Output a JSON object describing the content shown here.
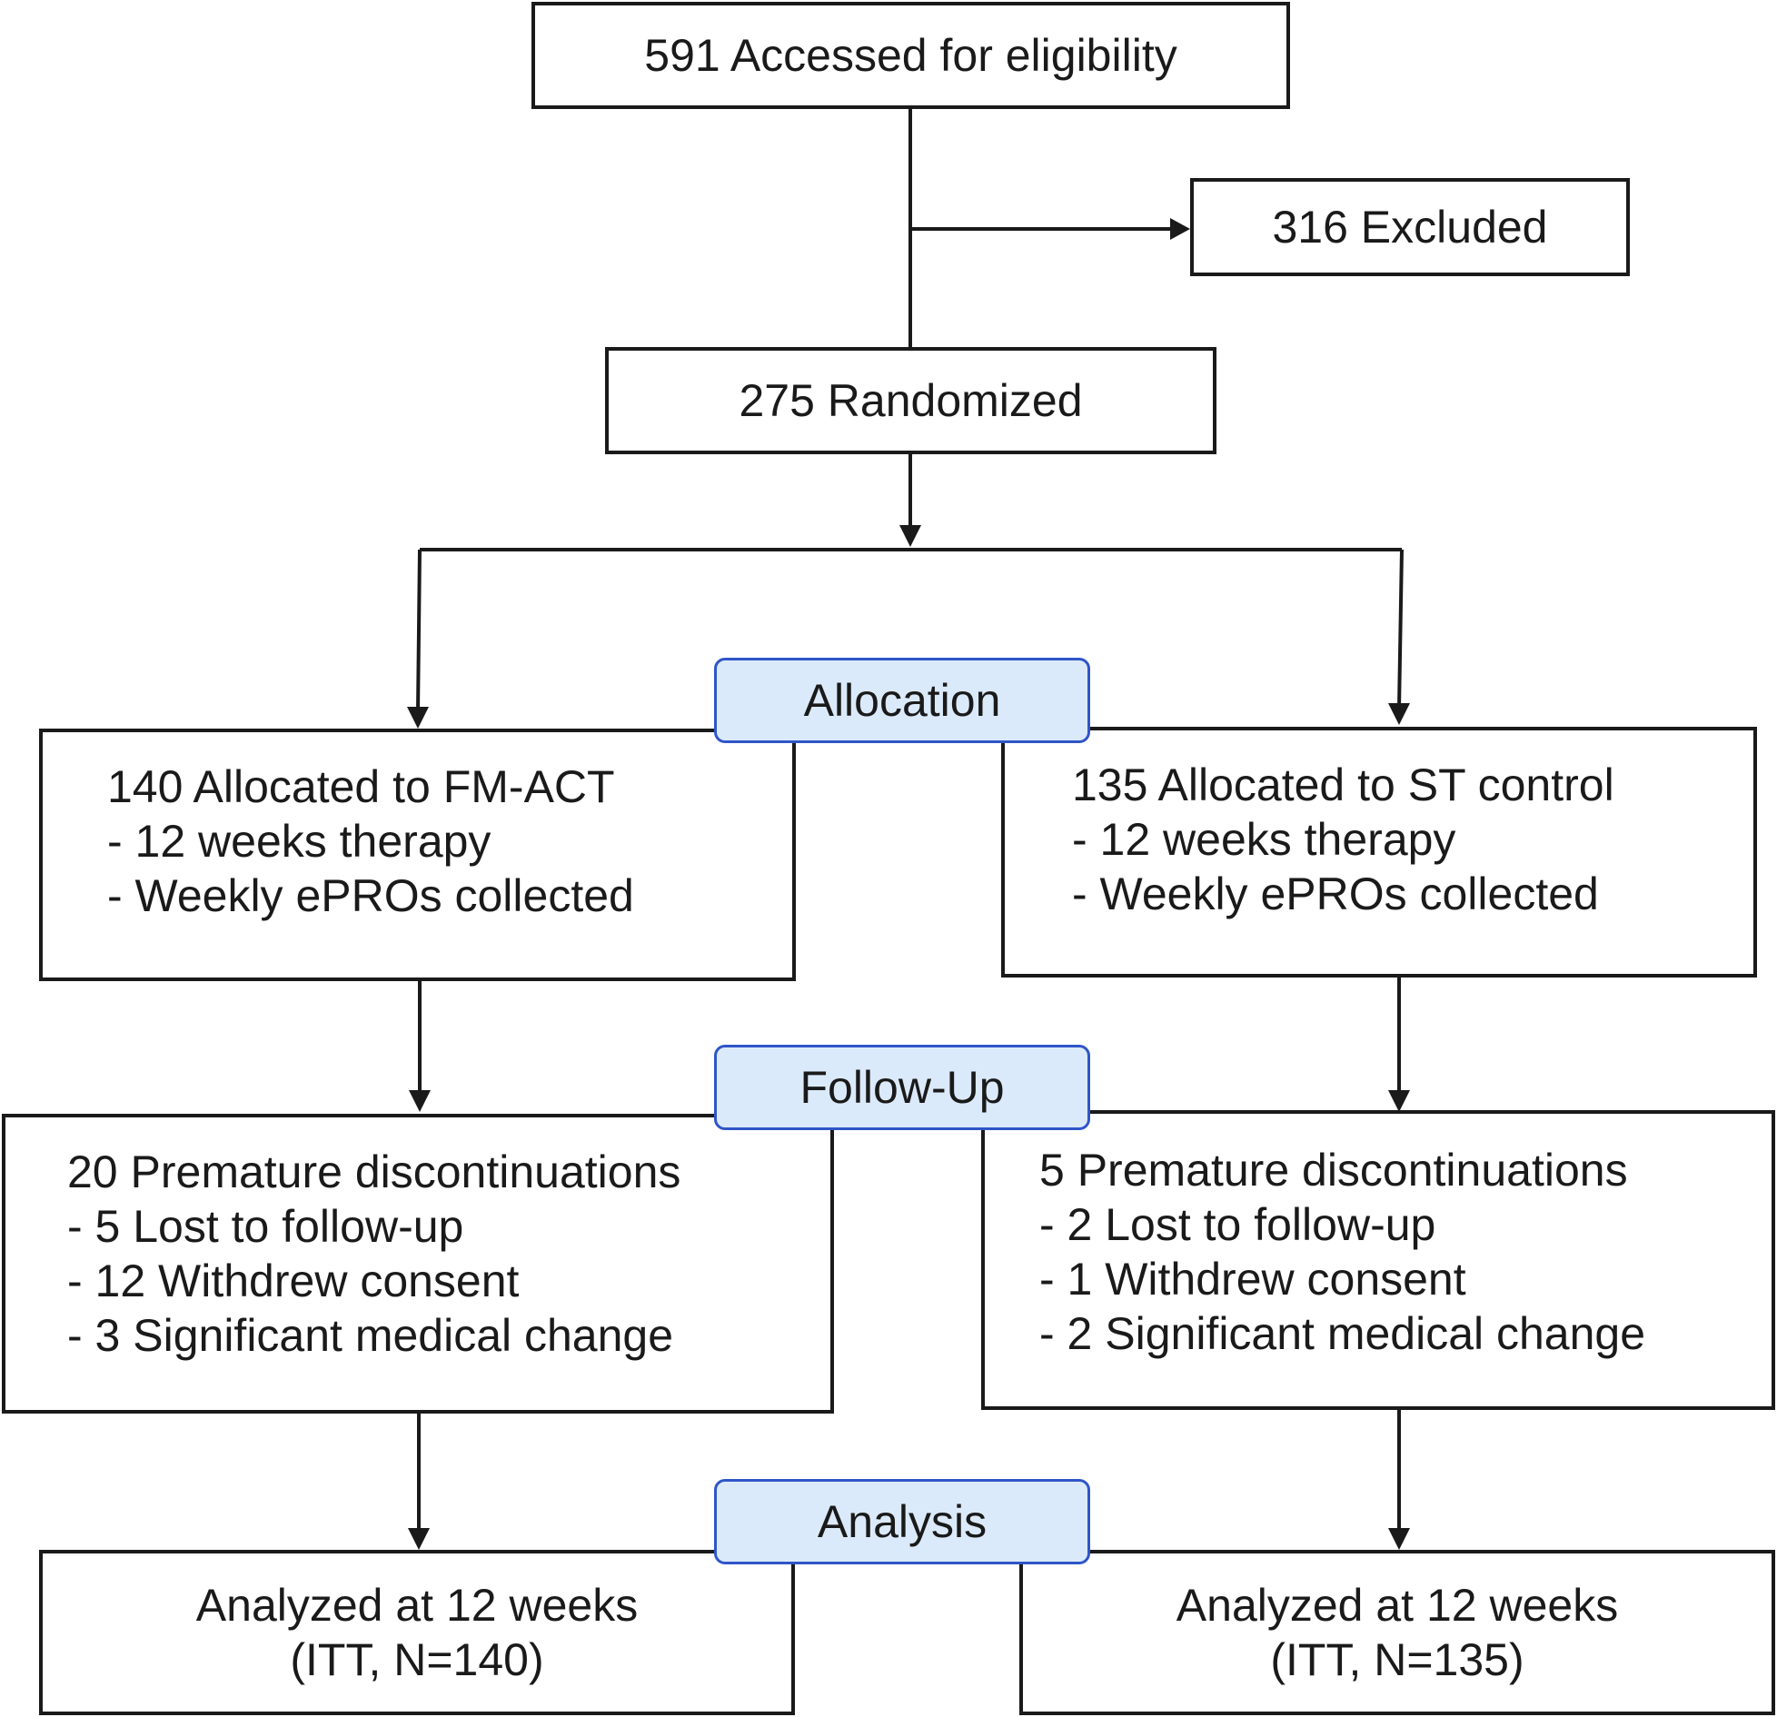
{
  "screening": {
    "text": "591 Accessed for eligibility"
  },
  "excluded": {
    "text": "316 Excluded"
  },
  "randomized": {
    "text": "275 Randomized"
  },
  "stages": {
    "allocation": "Allocation",
    "follow_up": "Follow-Up",
    "analysis": "Analysis"
  },
  "left": {
    "allocation": [
      "140 Allocated to FM-ACT",
      "- 12 weeks therapy",
      "- Weekly ePROs collected"
    ],
    "follow_up": [
      "20 Premature discontinuations",
      "- 5 Lost to follow-up",
      "- 12 Withdrew consent",
      "- 3 Significant medical change"
    ],
    "analysis": [
      "Analyzed at 12 weeks",
      "(ITT, N=140)"
    ]
  },
  "right": {
    "allocation": [
      "135 Allocated to ST control",
      "- 12 weeks therapy",
      "- Weekly ePROs collected"
    ],
    "follow_up": [
      "5 Premature discontinuations",
      "- 2 Lost to follow-up",
      "- 1 Withdrew consent",
      "- 2 Significant medical change"
    ],
    "analysis": [
      "Analyzed at 12 weeks",
      "(ITT, N=135)"
    ]
  }
}
